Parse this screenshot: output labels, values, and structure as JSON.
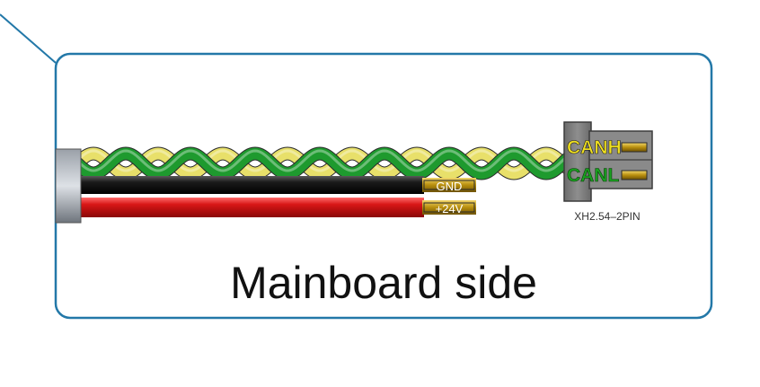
{
  "caption": "Mainboard side",
  "wires": {
    "gnd_label": "GND",
    "v24_label": "+24V"
  },
  "connector": {
    "pins": [
      "CANH",
      "CANL"
    ],
    "part_label": "XH2.54–2PIN"
  },
  "colors": {
    "frame": "#2378a8",
    "wire_green": "#1e9a2e",
    "wire_yellow": "#e8e06a",
    "wire_black": "#141414",
    "wire_red": "#d01818",
    "terminal_gold": "#c8a412",
    "canh_text": "#f0e020",
    "canl_text": "#1aa020"
  }
}
